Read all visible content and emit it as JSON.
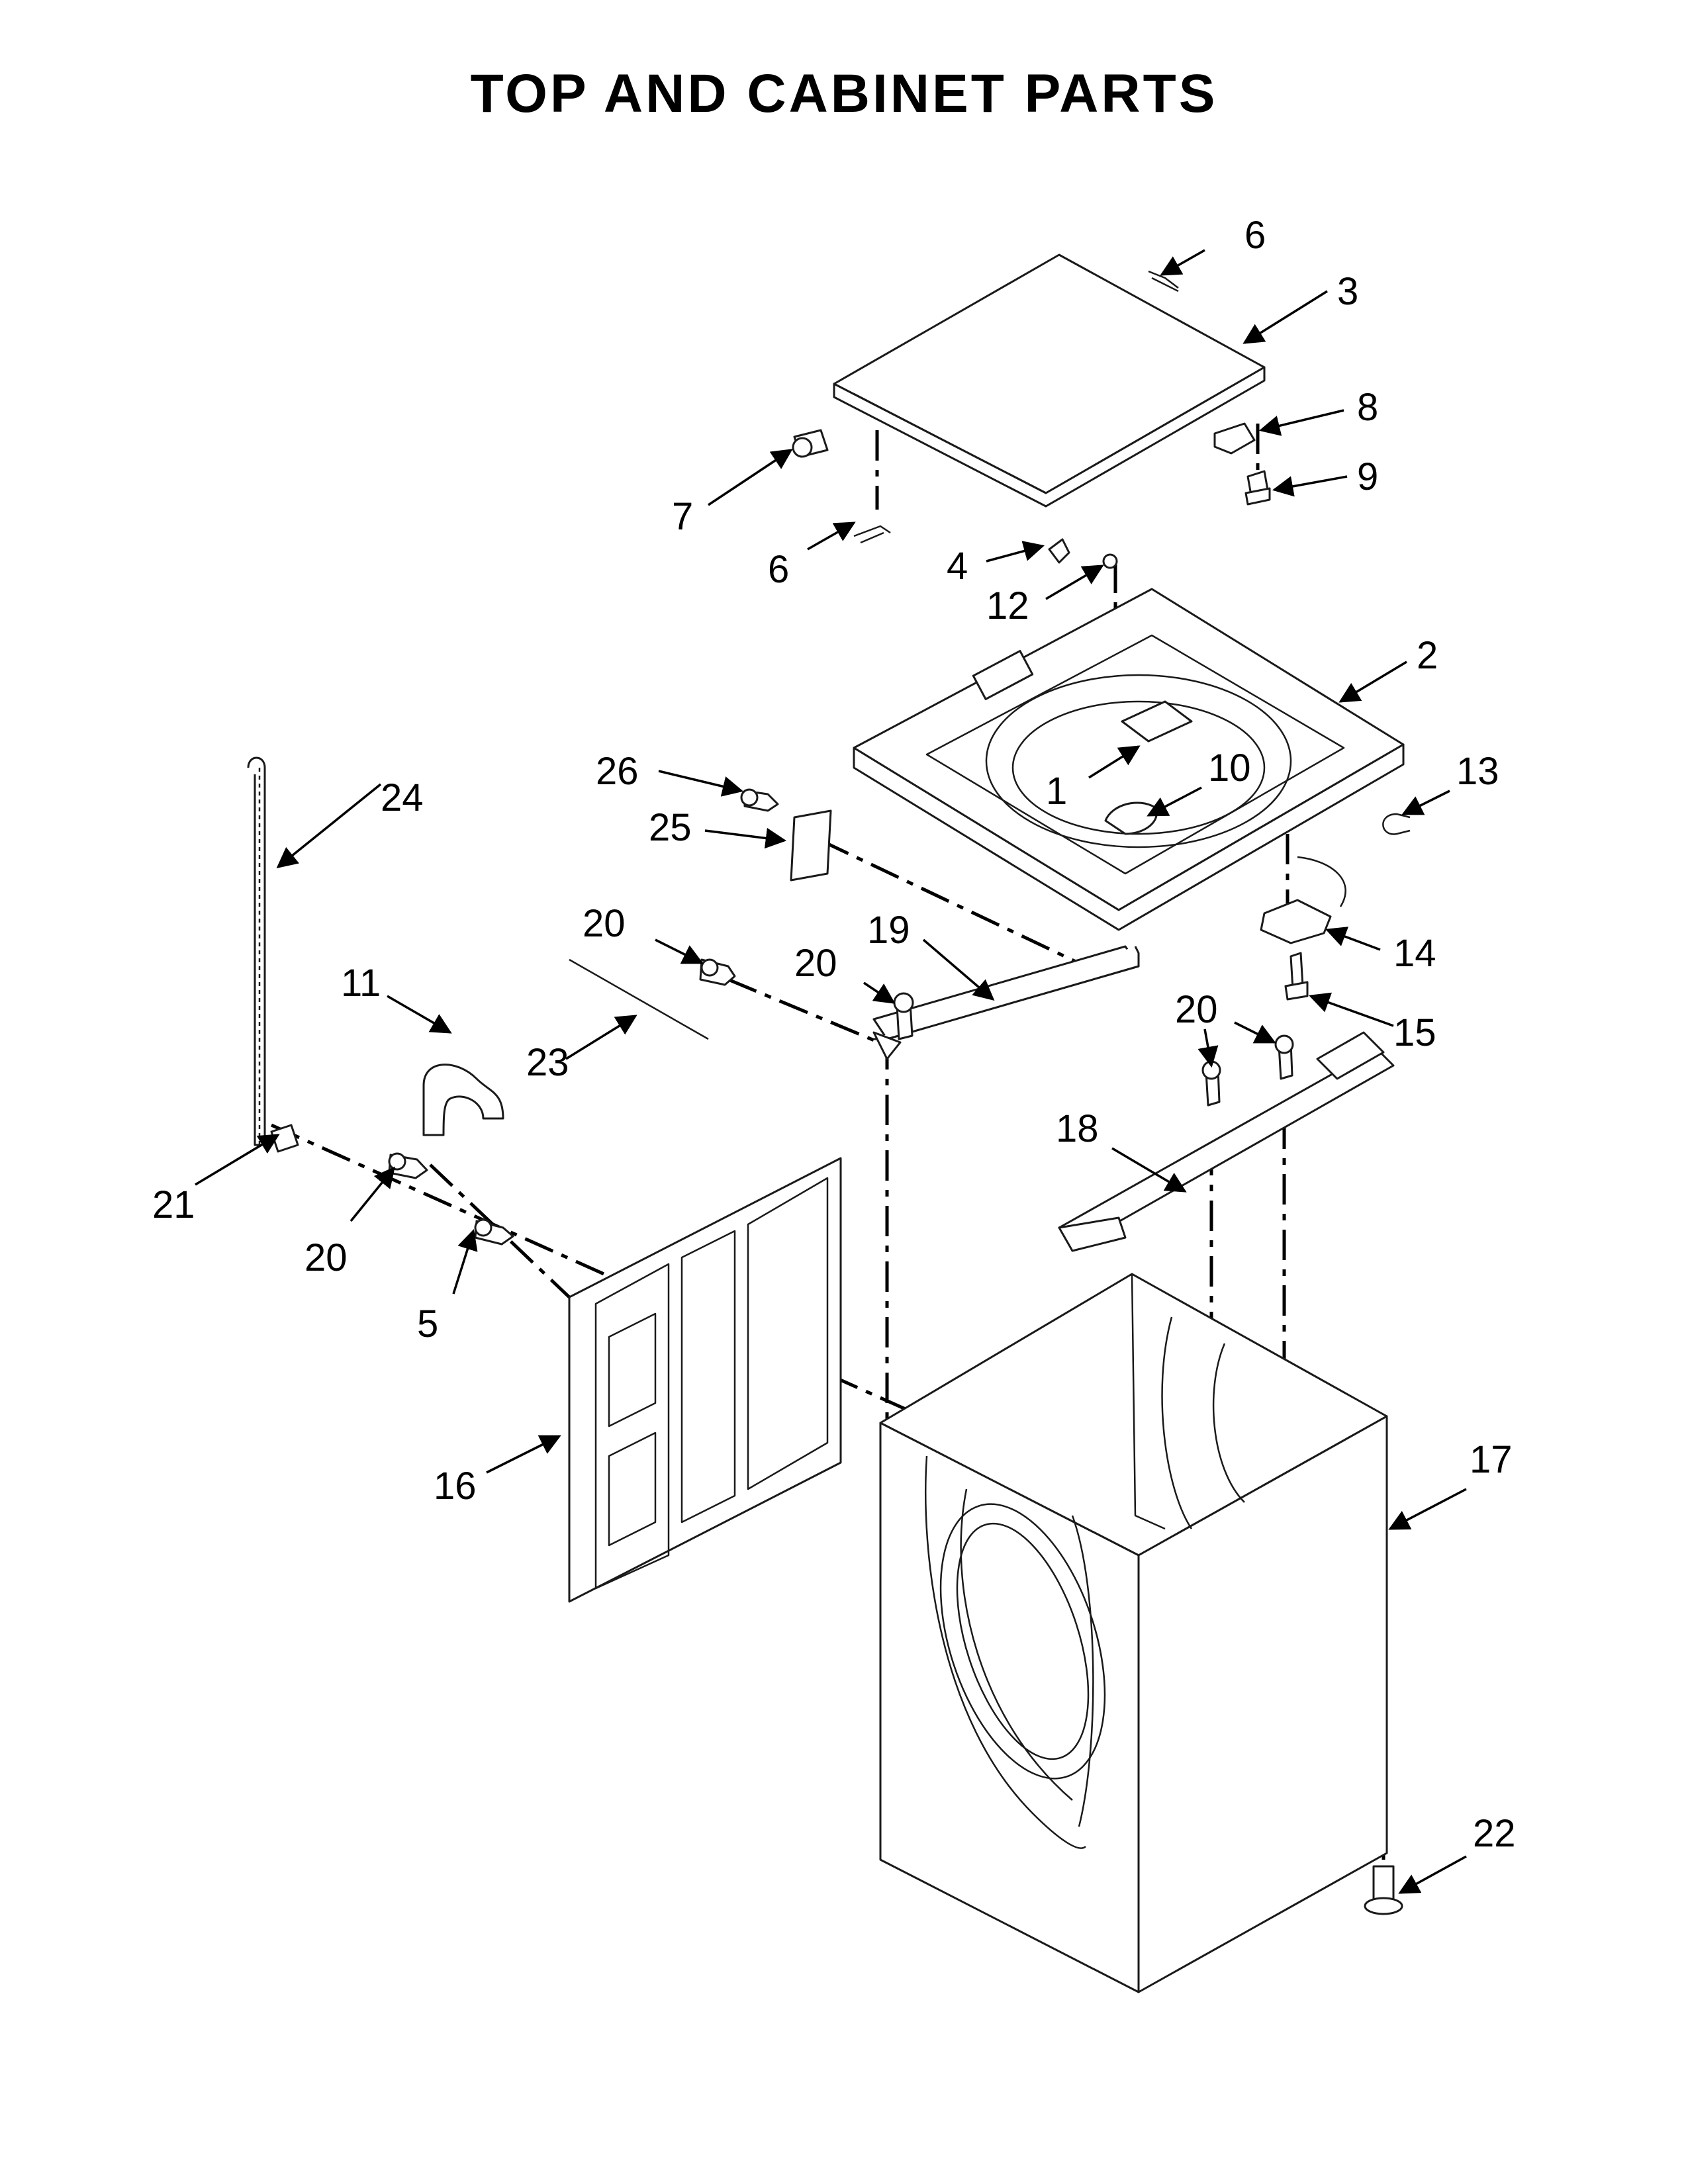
{
  "title": "TOP AND CABINET PARTS",
  "callouts": {
    "c1": "1",
    "c2": "2",
    "c3": "3",
    "c4": "4",
    "c5": "5",
    "c6a": "6",
    "c6b": "6",
    "c7": "7",
    "c8": "8",
    "c9": "9",
    "c10": "10",
    "c11": "11",
    "c12": "12",
    "c13": "13",
    "c14": "14",
    "c15": "15",
    "c16": "16",
    "c17": "17",
    "c18": "18",
    "c19": "19",
    "c20a": "20",
    "c20b": "20",
    "c20c": "20",
    "c20d": "20",
    "c20e": "20",
    "c21": "21",
    "c22": "22",
    "c23": "23",
    "c24": "24",
    "c25": "25",
    "c26": "26"
  }
}
